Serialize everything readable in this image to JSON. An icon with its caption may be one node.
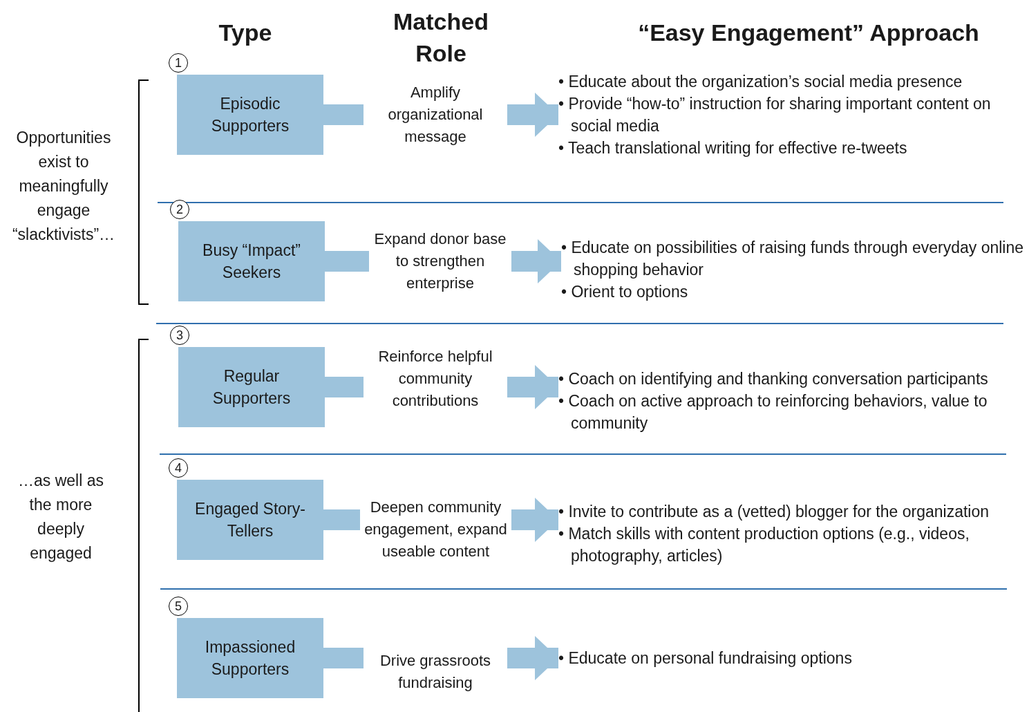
{
  "diagram": {
    "nodes": [
      {
        "text": [
          "Episodic Supporters"
        ],
        "beside": [
          "1"
        ]
      },
      {
        "text": [
          "Amplify organizational message"
        ]
      },
      {
        "text": [
          "• Educate about the organization’s social media presence",
          "• Provide “how-to” instruction for sharing important content on social media",
          "• Teach translational writing for effective re-tweets"
        ]
      },
      {
        "text": [
          "Busy “Impact” Seekers"
        ],
        "beside": [
          "2"
        ]
      },
      {
        "text": [
          "Expand donor base to strengthen enterprise"
        ]
      },
      {
        "text": [
          "• Educate on possibilities of raising funds through everyday online shopping behavior",
          "• Orient to options"
        ]
      },
      {
        "text": [
          "Regular Supporters"
        ],
        "beside": [
          "3"
        ]
      },
      {
        "text": [
          "Reinforce helpful community contributions"
        ]
      },
      {
        "text": [
          "• Coach on identifying and thanking conversation participants",
          "• Coach on active approach to reinforcing behaviors, value to community"
        ]
      },
      {
        "text": [
          "Engaged Story-Tellers"
        ],
        "beside": [
          "4"
        ]
      },
      {
        "text": [
          "Deepen community engagement, expand useable content"
        ]
      },
      {
        "text": [
          "• Invite to contribute as a (vetted) blogger for the organization",
          "• Match skills with content production options (e.g., videos, photography, articles)"
        ]
      },
      {
        "text": [
          "Impassioned Supporters"
        ],
        "beside": [
          "5"
        ]
      },
      {
        "text": [
          "Drive grassroots fundraising"
        ]
      },
      {
        "text": [
          "• Educate on personal fundraising options"
        ]
      }
    ],
    "edges": [
      {
        "from": 0,
        "to": 1,
        "arrow": "none"
      },
      {
        "from": 1,
        "to": 2,
        "arrow": "to"
      },
      {
        "from": 3,
        "to": 4,
        "arrow": "none"
      },
      {
        "from": 4,
        "to": 5,
        "arrow": "to"
      },
      {
        "from": 6,
        "to": 7,
        "arrow": "none"
      },
      {
        "from": 7,
        "to": 8,
        "arrow": "to"
      },
      {
        "from": 9,
        "to": 10,
        "arrow": "none"
      },
      {
        "from": 10,
        "to": 11,
        "arrow": "to"
      },
      {
        "from": 12,
        "to": 13,
        "arrow": "none"
      },
      {
        "from": 13,
        "to": 14,
        "arrow": "to"
      }
    ],
    "labels": [
      "Type",
      "Matched Role",
      "“Easy Engagement” Approach",
      "Opportunities exist to meaningfully engage “slacktivists”…",
      "…as well as the more deeply engaged"
    ]
  }
}
